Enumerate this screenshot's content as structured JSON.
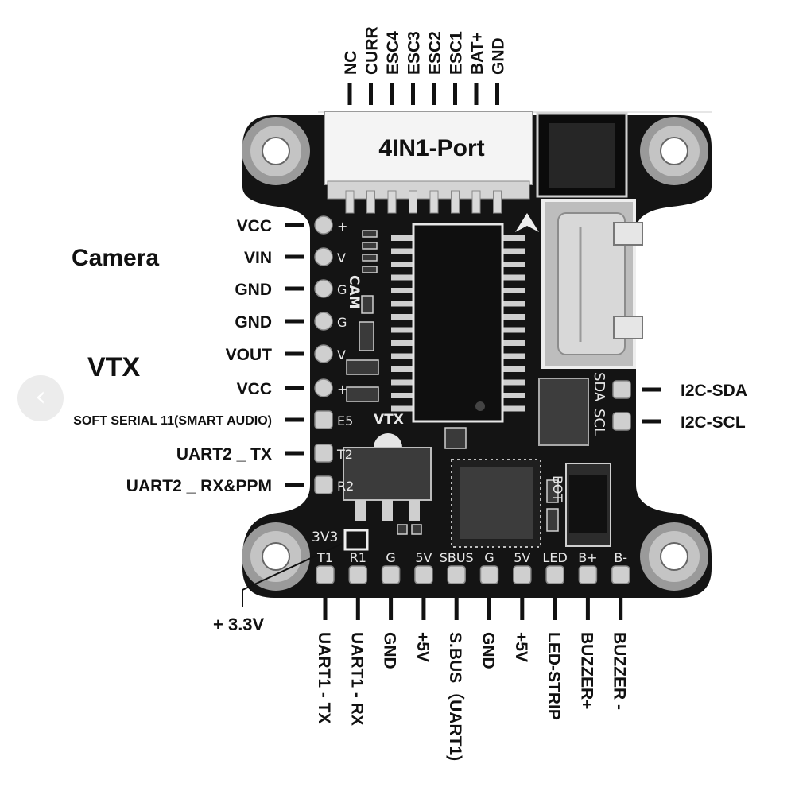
{
  "top_pins": [
    "NC",
    "CURR",
    "ESC4",
    "ESC3",
    "ESC2",
    "ESC1",
    "BAT+",
    "GND"
  ],
  "port_label": "4IN1-Port",
  "section_labels": {
    "camera": "Camera",
    "vtx": "VTX"
  },
  "left_pins": [
    "VCC",
    "VIN",
    "GND",
    "GND",
    "VOUT",
    "VCC",
    "SOFT SERIAL 11(SMART AUDIO)",
    "UART2 _ TX",
    "UART2 _ RX&PPM"
  ],
  "right_pins": [
    "I2C-SDA",
    "I2C-SCL"
  ],
  "bottom_pins": [
    "UART1 - TX",
    "UART1 - RX",
    "GND",
    "+5V",
    "S.BUS（UART1)",
    "GND",
    "+5V",
    "LED-STRIP",
    "BUZZER+",
    "BUZZER -"
  ],
  "pad_callout": "+ 3.3V",
  "silkscreen": {
    "cam": "CAM",
    "vtx": "VTX",
    "left_pads": [
      "+",
      "V",
      "G",
      "G",
      "V",
      "+",
      "E5",
      "T2",
      "R2"
    ],
    "bottom_pads": [
      "T1",
      "R1",
      "G",
      "5V",
      "SBUS",
      "G",
      "5V",
      "LED",
      "B+",
      "B-"
    ],
    "sda": "SDA",
    "scl": "SCL",
    "boot": "BOT",
    "v33": "3V3"
  },
  "colors": {
    "board": "#141414",
    "pad": "#cfcfcf",
    "silk": "#e8e8e8"
  }
}
